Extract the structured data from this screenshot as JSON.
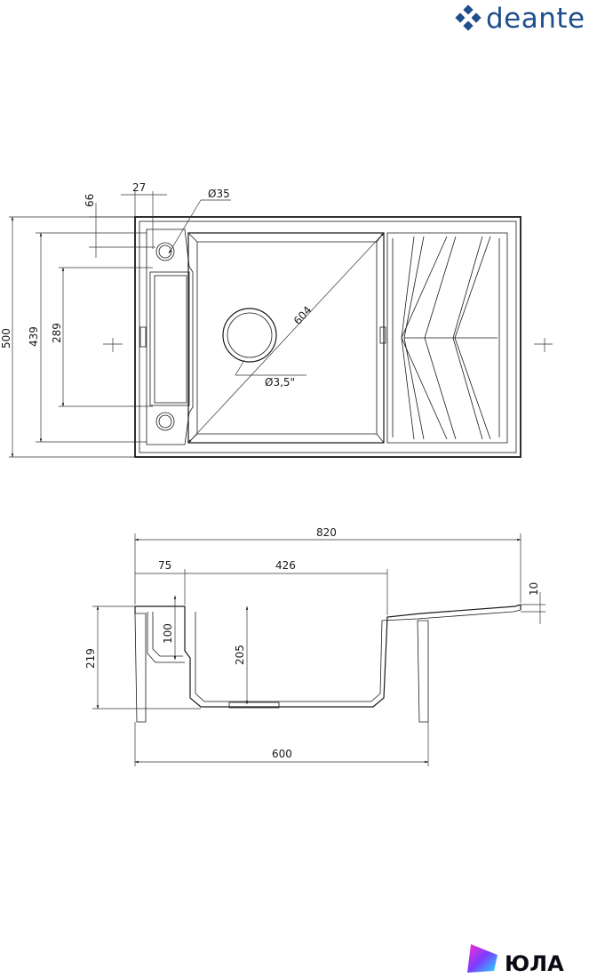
{
  "brand": {
    "logo_text": "deante",
    "logo_color": "#1f4e8c"
  },
  "watermark": {
    "text": "ЮЛА"
  },
  "top_view": {
    "dimensions": {
      "offset_top": "66",
      "offset_side": "27",
      "hole_diameter": "Ø35",
      "diagonal": "604",
      "drain": "Ø3,5\"",
      "total_depth": "500",
      "bowl_depth": "439",
      "board_depth": "289"
    }
  },
  "side_view": {
    "dimensions": {
      "total_width": "820",
      "rim_offset": "75",
      "bowl_width": "426",
      "thickness": "10",
      "ledge_depth": "100",
      "bowl_depth": "205",
      "total_height": "219",
      "cabinet_width": "600"
    }
  }
}
